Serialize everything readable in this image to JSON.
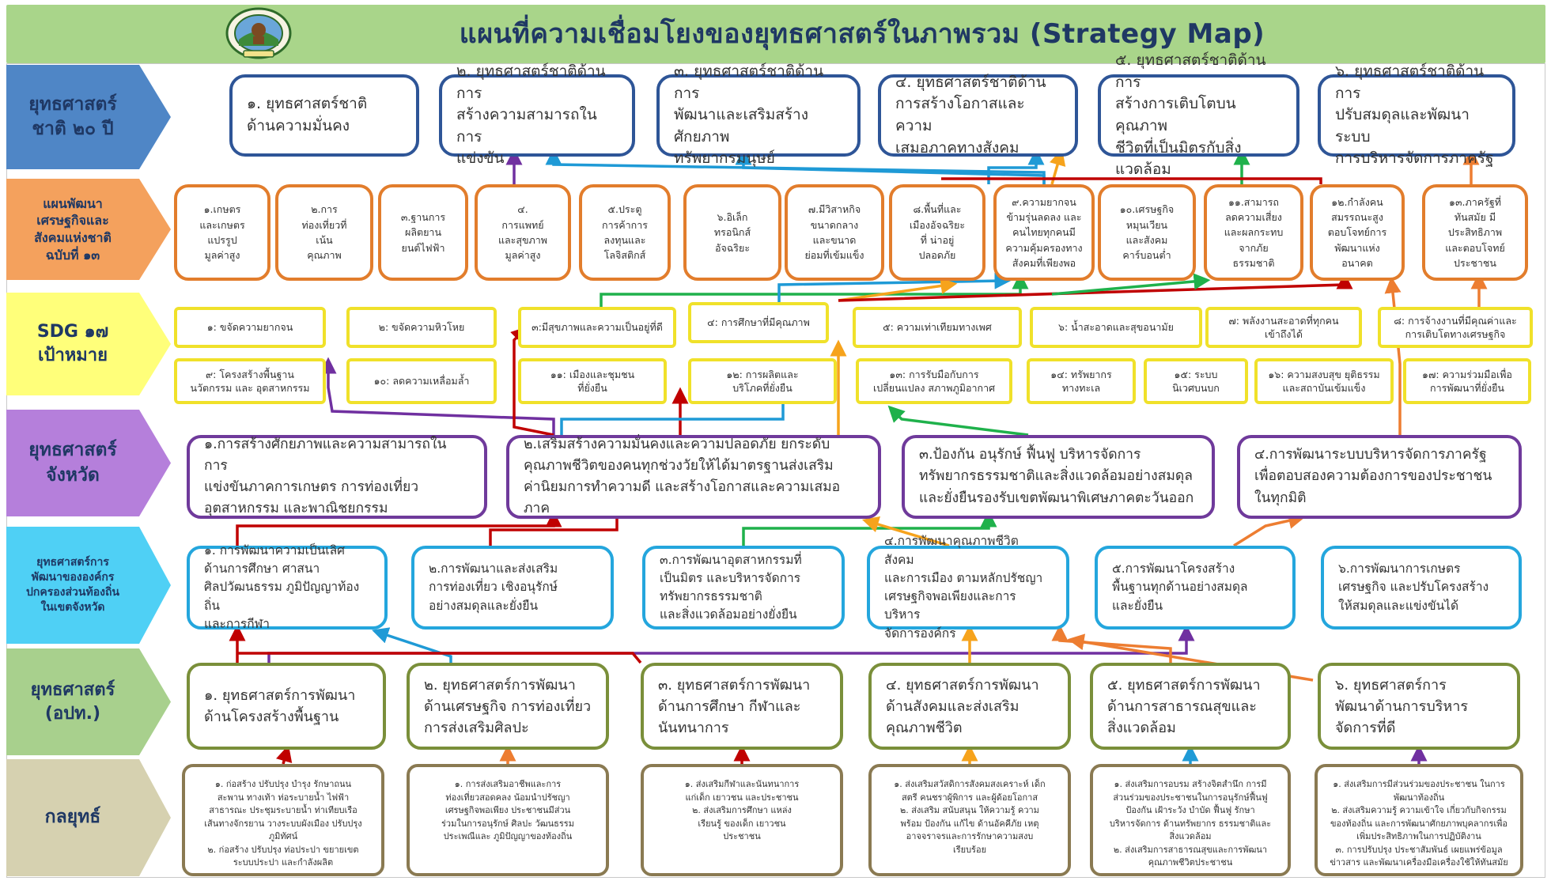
{
  "title": "แผนที่ความเชื่อมโยงของยุทธศาสตร์ในภาพรวม (Strategy Map)",
  "logo": {
    "icon": "provincial-seal-icon"
  },
  "colors": {
    "header_bg": "#a9d58a",
    "title": "#1f3864"
  },
  "rows": [
    {
      "label": "ยุทธศาสตร์\nชาติ ๒๐ ปี",
      "color": "#4f86c6",
      "items": [
        "๑. ยุทธศาสตร์ชาติ\nด้านความมั่นคง",
        "๒. ยุทธศาสตร์ชาติด้านการ\nสร้างความสามารถในการ\nแข่งขัน",
        "๓. ยุทธศาสตร์ชาติด้านการ\nพัฒนาและเสริมสร้างศักยภาพ\nทรัพยากรมนุษย์",
        "๔. ยุทธศาสตร์ชาติด้าน\nการสร้างโอกาสและความ\nเสมอภาคทางสังคม",
        "๕. ยุทธศาสตร์ชาติด้านการ\nสร้างการเติบโตบนคุณภาพ\nชีวิตที่เป็นมิตรกับสิ่งแวดล้อม",
        "๖. ยุทธศาสตร์ชาติด้านการ\nปรับสมดุลและพัฒนาระบบ\nการบริหารจัดการภาครัฐ"
      ]
    },
    {
      "label": "แผนพัฒนา\nเศรษฐกิจและ\nสังคมแห่งชาติ\nฉบับที่ ๑๓",
      "color": "#f4a15d",
      "items": [
        "๑.เกษตร\nและเกษตร\nแปรรูป\nมูลค่าสูง",
        "๒.การ\nท่องเที่ยวที่\nเน้น\nคุณภาพ",
        "๓.ฐานการ\nผลิตยาน\nยนต์ไฟฟ้า",
        "๔.\nการแพทย์\nและสุขภาพ\nมูลค่าสูง",
        "๕.ประตู\nการค้าการ\nลงทุนและ\nโลจิสติกส์",
        "๖.อิเล็ก\nทรอนิกส์\nอัจฉริยะ",
        "๗.มีวิสาหกิจ\nขนาดกลาง\nและขนาด\nย่อมที่เข้มแข็ง",
        "๘.พื้นที่และ\nเมืองอัจฉริยะ\nที่ น่าอยู่\nปลอดภัย",
        "๙.ความยากจน\nข้ามรุ่นลดลง และ\nคนไทยทุกคนมี\nความคุ้มครองทาง\nสังคมที่เพียงพอ",
        "๑๐.เศรษฐกิจ\nหมุนเวียน\nและสังคม\nคาร์บอนต่ำ",
        "๑๑.สามารถ\nลดความเสี่ยง\nและผลกระทบ\nจากภัย\nธรรมชาติ",
        "๑๒.กำลังคน\nสมรรถนะสูง\nตอบโจทย์การ\nพัฒนาแห่ง\nอนาคต",
        "๑๓.ภาครัฐที่\nทันสมัย มี\nประสิทธิภาพ\nและตอบโจทย์\nประชาชน"
      ]
    },
    {
      "label": "SDG ๑๗\nเป้าหมาย",
      "color": "#ffff7a",
      "items": [
        "๑: ขจัดความยากจน",
        "๒: ขจัดความหิวโหย",
        "๓:มีสุขภาพและความเป็นอยู่ที่ดี",
        "๔: การศึกษาที่มีคุณภาพ",
        "๕: ความเท่าเทียมทางเพศ",
        "๖: น้ำสะอาดและสุขอนามัย",
        "๗: พลังงานสะอาดที่ทุกคน\nเข้าถึงได้",
        "๘: การจ้างงานที่มีคุณค่าและ\nการเติบโตทางเศรษฐกิจ",
        "๙: โครงสร้างพื้นฐาน\nนวัตกรรม และ อุตสาหกรรม",
        "๑๐: ลดความเหลื่อมล้ำ",
        "๑๑: เมืองและชุมชน\nที่ยั่งยืน",
        "๑๒: การผลิตและ\nบริโภคที่ยั่งยืน",
        "๑๓: การรับมือกับการ\nเปลี่ยนแปลง สภาพภูมิอากาศ",
        "๑๔: ทรัพยากร\nทางทะเล",
        "๑๕: ระบบ\nนิเวศบนบก",
        "๑๖: ความสงบสุข ยุติธรรม\nและสถาบันเข้มแข็ง",
        "๑๗: ความร่วมมือเพื่อ\nการพัฒนาที่ยั่งยืน"
      ]
    },
    {
      "label": "ยุทธศาสตร์\nจังหวัด",
      "color": "#b57fdb",
      "items": [
        "๑.การสร้างศักยภาพและความสามารถในการ\nแข่งขันภาคการเกษตร การท่องเที่ยว\nอุตสาหกรรม และพาณิชยกรรม",
        "๒.เสริมสร้างความมั่นคงและความปลอดภัย ยกระดับ\nคุณภาพชีวิตของคนทุกช่วงวัยให้ได้มาตรฐานส่งเสริม\nค่านิยมการทำความดี และสร้างโอกาสและความเสมอภาค",
        "๓.ป้องกัน อนุรักษ์ ฟื้นฟู บริหารจัดการ\nทรัพยากรธรรมชาติและสิ่งแวดล้อมอย่างสมดุล\nและยั่งยืนรองรับเขตพัฒนาพิเศษภาคตะวันออก",
        "๔.การพัฒนาระบบบริหารจัดการภาครัฐ\nเพื่อตอบสองความต้องการของประชาชน\nในทุกมิติ"
      ]
    },
    {
      "label": "ยุทธศาสตร์การ\nพัฒนาขององค์กร\nปกครองส่วนท้องถิ่น\nในเขตจังหวัด",
      "color": "#4fd0f5",
      "items": [
        "๑. การพัฒนาความเป็นเลิศ\nด้านการศึกษา ศาสนา\nศิลปวัฒนธรรม ภูมิปัญญาท้องถิ่น\nและการกีฬา",
        "๒.การพัฒนาและส่งเสริม\nการท่องเที่ยว เชิงอนุรักษ์\nอย่างสมดุลและยั่งยืน",
        "๓.การพัฒนาอุตสาหกรรมที่\nเป็นมิตร และบริหารจัดการ\nทรัพยากรธรรมชาติ\nและสิ่งแวดล้อมอย่างยั่งยืน",
        "๔.การพัฒนาคุณภาพชีวิต สังคม\nและการเมือง ตามหลักปรัชญา\nเศรษฐกิจพอเพียงและการบริหาร\nจัดการองค์กร",
        "๕.การพัฒนาโครงสร้าง\nพื้นฐานทุกด้านอย่างสมดุล\nและยั่งยืน",
        "๖.การพัฒนาการเกษตร\nเศรษฐกิจ และปรับโครงสร้าง\nให้สมดุลและแข่งขันได้"
      ]
    },
    {
      "label": "ยุทธศาสตร์\n(อปท.)",
      "color": "#a8d08d",
      "items": [
        "๑. ยุทธศาสตร์การพัฒนา\nด้านโครงสร้างพื้นฐาน",
        "๒. ยุทธศาสตร์การพัฒนา\nด้านเศรษฐกิจ การท่องเที่ยว\nการส่งเสริมศิลปะ",
        "๓. ยุทธศาสตร์การพัฒนา\nด้านการศึกษา กีฬาและ\nนันทนาการ",
        "๔. ยุทธศาสตร์การพัฒนา\nด้านสังคมและส่งเสริม\nคุณภาพชีวิต",
        "๕. ยุทธศาสตร์การพัฒนา\nด้านการสาธารณสุขและ\nสิ่งแวดล้อม",
        "๖. ยุทธศาสตร์การ\nพัฒนาด้านการบริหาร\nจัดการที่ดี"
      ]
    },
    {
      "label": "กลยุทธ์",
      "color": "#d6d1b0",
      "items": [
        "๑. ก่อสร้าง ปรับปรุง บำรุง รักษาถนน\nสะพาน ทางเท้า ท่อระบายน้ำ ไฟฟ้า\nสาธารณะ ประชุมระบายน้ำ ท่าเทียบเรือ\nเส้นทางจักรยาน วางระบบผังเมือง ปรับปรุง\nภูมิทัศน์\n๒. ก่อสร้าง ปรับปรุง ท่อประปา ขยายเขต\nระบบประปา และกำลังผลิต",
        "๑. การส่งเสริมอาชีพและการ\nท่องเที่ยวสอดคลง น้อมนำปรัชญา\nเศรษฐกิจพอเพียง ประชาชนมีส่วน\nร่วมในการอนุรักษ์ ศิลปะ วัฒนธรรม\nประเพณีและ ภูมิปัญญาของท้องถิ่น",
        "๑. ส่งเสริมกีฬาและนันทนาการ\nแก่เด็ก เยาวชน และประชาชน\n๒. ส่งเสริมการศึกษา แหล่ง\nเรียนรู้ ของเด็ก เยาวชน\nประชาชน",
        "๑. ส่งเสริมสวัสดิการสังคมสงเคราะห์ เด็ก\nสตรี คนชราผู้พิการ และผู้ด้อยโอกาส\n๒. ส่งเสริม สนับสนุน ให้ความรู้ ความ\nพร้อม ป้องกัน แก้ไข ด้านอัคคีภัย เหตุ\nอาจจราจรและการรักษาความสงบ\nเรียบร้อย",
        "๑. ส่งเสริมการอบรม สร้างจิตสำนึก การมี\nส่วนร่วมของประชาชนในการอนุรักษ์ฟื้นฟู\nป้องกัน เฝ้าระวัง บำบัด ฟื้นฟู รักษา\nบริหารจัดการ ด้านทรัพยากร ธรรมชาติและ\nสิ่งแวดล้อม\n๒. ส่งเสริมการสาธารณสุขและการพัฒนา\nคุณภาพชีวิตประชาชน",
        "๑. ส่งเสริมการมีส่วนร่วมของประชาชน ในการ\nพัฒนาท้องถิ่น\n๒. ส่งเสริมความรู้ ความเข้าใจ เกี่ยวกับกิจกรรม\nของท้องถิ่น และการพัฒนาศักยภาพบุคลากรเพื่อ\nเพิ่มประสิทธิภาพในการปฏิบัติงาน\n๓. การปรับปรุง ประชาสัมพันธ์ เผยแพร่ข้อมูล\nข่าวสาร และพัฒนาเครื่องมือเครื่องใช้ให้ทันสมัย"
      ]
    }
  ],
  "connector_colors": [
    "#1f9ad6",
    "#7030a0",
    "#c00000",
    "#1fb14b",
    "#f6a31c",
    "#ed7d31"
  ]
}
